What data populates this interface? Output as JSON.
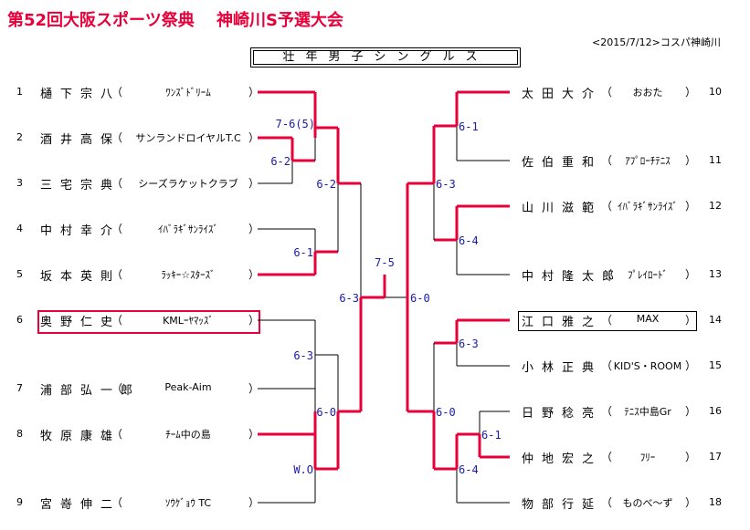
{
  "title": "第52回大阪スポーツ祭典　 神崎川S予選大会",
  "date": "<2015/7/12>コスパ神崎川",
  "subtitle": "壮年男子シングルス",
  "left_players": [
    {
      "seed": "1",
      "name": "樋下宗八",
      "club": "ﾜﾝｽﾞﾄﾞﾘｰﾑ"
    },
    {
      "seed": "2",
      "name": "酒井高保",
      "club": "サンランドロイヤルT.C"
    },
    {
      "seed": "3",
      "name": "三宅宗典",
      "club": "シーズラケットクラブ"
    },
    {
      "seed": "4",
      "name": "中村幸介",
      "club": "ｲﾊﾞﾗｷﾞｻﾝﾗｲｽﾞ"
    },
    {
      "seed": "5",
      "name": "坂本英則",
      "club": "ﾗｯｷｰ☆ｽﾀｰｽﾞ"
    },
    {
      "seed": "6",
      "name": "奥野仁史",
      "club": "KMLｰﾔﾏｯｽﾞ"
    },
    {
      "seed": "7",
      "name": "浦部弘一郎",
      "club": "Peak-Aim"
    },
    {
      "seed": "8",
      "name": "牧原康雄",
      "club": "ﾁｰﾑ中の島"
    },
    {
      "seed": "9",
      "name": "宮嵜伸二",
      "club": "ｿｳｹﾞｮｳ TC"
    }
  ],
  "right_players": [
    {
      "seed": "10",
      "name": "太田大介",
      "club": "おおた"
    },
    {
      "seed": "11",
      "name": "佐伯重和",
      "club": "ｱﾌﾟﾛｰﾁﾃﾆｽ"
    },
    {
      "seed": "12",
      "name": "山川滋範",
      "club": "ｲﾊﾞﾗｷﾞｻﾝﾗｲｽﾞ"
    },
    {
      "seed": "13",
      "name": "中村隆太郎",
      "club": "ﾌﾟﾚｲﾛｰﾄﾞ"
    },
    {
      "seed": "14",
      "name": "江口雅之",
      "club": "MAX"
    },
    {
      "seed": "15",
      "name": "小林正典",
      "club": "KID'S・ROOM"
    },
    {
      "seed": "16",
      "name": "日野稔亮",
      "club": "ﾃﾆｽ中島Gr"
    },
    {
      "seed": "17",
      "name": "仲地宏之",
      "club": "ﾌﾘｰ"
    },
    {
      "seed": "18",
      "name": "物部行延",
      "club": "ものべ～ず"
    }
  ],
  "scores": {
    "s_2_3": "6-2",
    "s_1_23": "7-6(5)",
    "s_4_5": "6-1",
    "s_top_left": "6-2",
    "s_7_8": "6-3",
    "s_9_wo": "W.O",
    "s_bottom_left": "6-0",
    "s_left_semi": "6-3",
    "s_final": "7-5",
    "s_10_11": "6-1",
    "s_12_13": "6-4",
    "s_top_right": "6-3",
    "s_14_15": "6-3",
    "s_16_17": "6-1",
    "s_1617_18": "6-4",
    "s_bottom_right": "6-0",
    "s_right_semi": "6-0"
  }
}
